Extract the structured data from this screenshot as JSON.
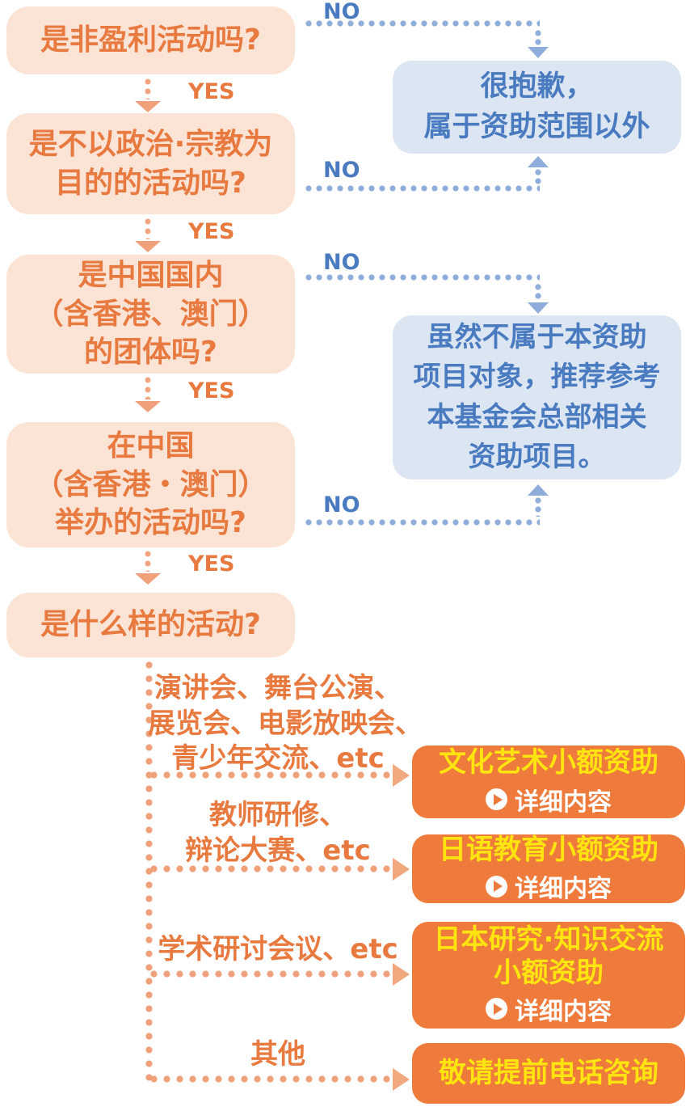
{
  "palette": {
    "question_text": "#e8793f",
    "question_bg": "#fbe4d5",
    "reject_text": "#4a7bc0",
    "reject_bg": "#dce6f2",
    "blue_dots": "#8fadda",
    "orange_dots": "#f0a07a",
    "result_bg": "#ee7b3c",
    "result_title": "#ffe410",
    "result_detail": "#ffffff"
  },
  "labels": {
    "yes": "YES",
    "no": "NO"
  },
  "questions": [
    {
      "lines": [
        "是非盈利活动吗?"
      ]
    },
    {
      "lines": [
        "是不以政治·宗教为",
        "目的的活动吗?"
      ]
    },
    {
      "lines": [
        "是中国国内",
        "（含香港、澳门）",
        "的团体吗?"
      ]
    },
    {
      "lines": [
        "在中国",
        "（含香港・澳门）",
        "举办的活动吗?"
      ]
    },
    {
      "lines": [
        "是什么样的活动?"
      ]
    }
  ],
  "rejections": [
    {
      "lines": [
        "很抱歉，",
        "属于资助范围以外"
      ]
    },
    {
      "lines": [
        "虽然不属于本资助",
        "项目对象，推荐参考",
        "本基金会总部相关",
        "资助项目。"
      ]
    }
  ],
  "branches": [
    {
      "label_lines": [
        "演讲会、舞台公演、",
        "展览会、电影放映会、",
        "青少年交流、etc"
      ],
      "result_lines": [
        "文化艺术小额资助"
      ],
      "detail": "详细内容"
    },
    {
      "label_lines": [
        "教师研修、",
        "辩论大赛、etc"
      ],
      "result_lines": [
        "日语教育小额资助"
      ],
      "detail": "详细内容"
    },
    {
      "label_lines": [
        "学术研讨会议、etc"
      ],
      "result_lines": [
        "日本研究·知识交流",
        "小额资助"
      ],
      "detail": "详细内容"
    },
    {
      "label_lines": [
        "其他"
      ],
      "result_lines": [
        "敬请提前电话咨询"
      ]
    }
  ]
}
